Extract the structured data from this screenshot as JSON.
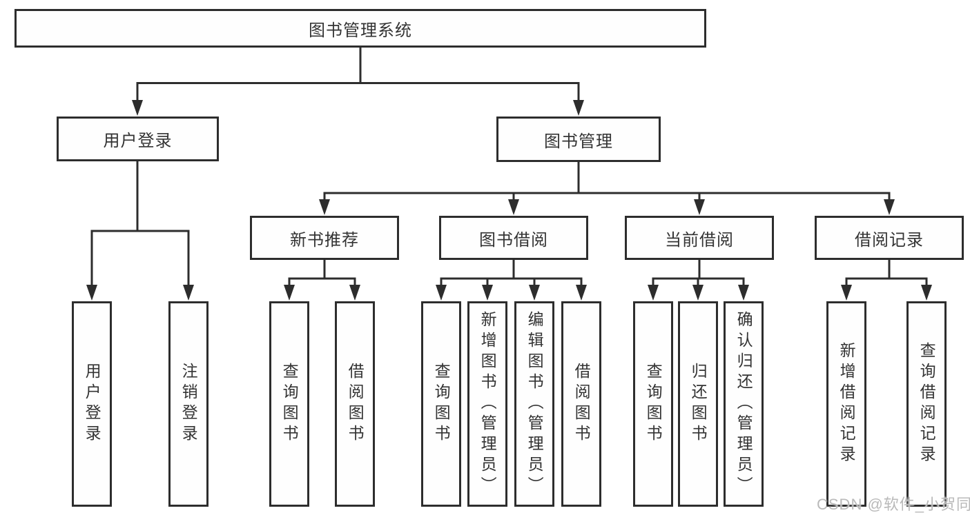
{
  "diagram": {
    "watermark": "CSDN @软件_小贺同学",
    "colors": {
      "line": "#2d2d2d",
      "box_border": "#2d2d2d",
      "text": "#333333",
      "watermark": "#b9b9b9",
      "background": "#ffffff"
    },
    "root": {
      "label": "图书管理系统"
    },
    "branches": [
      {
        "label": "用户登录",
        "children": [
          {
            "label": "用户登录"
          },
          {
            "label": "注销登录"
          }
        ]
      },
      {
        "label": "图书管理",
        "children": [
          {
            "label": "新书推荐",
            "children": [
              {
                "label": "查询图书"
              },
              {
                "label": "借阅图书"
              }
            ]
          },
          {
            "label": "图书借阅",
            "children": [
              {
                "label": "查询图书"
              },
              {
                "label": "新增图书（管理员）"
              },
              {
                "label": "编辑图书（管理员）"
              },
              {
                "label": "借阅图书"
              }
            ]
          },
          {
            "label": "当前借阅",
            "children": [
              {
                "label": "查询图书"
              },
              {
                "label": "归还图书"
              },
              {
                "label": "确认归还（管理员）"
              }
            ]
          },
          {
            "label": "借阅记录",
            "children": [
              {
                "label": "新增借阅记录"
              },
              {
                "label": "查询借阅记录"
              }
            ]
          }
        ]
      }
    ]
  }
}
